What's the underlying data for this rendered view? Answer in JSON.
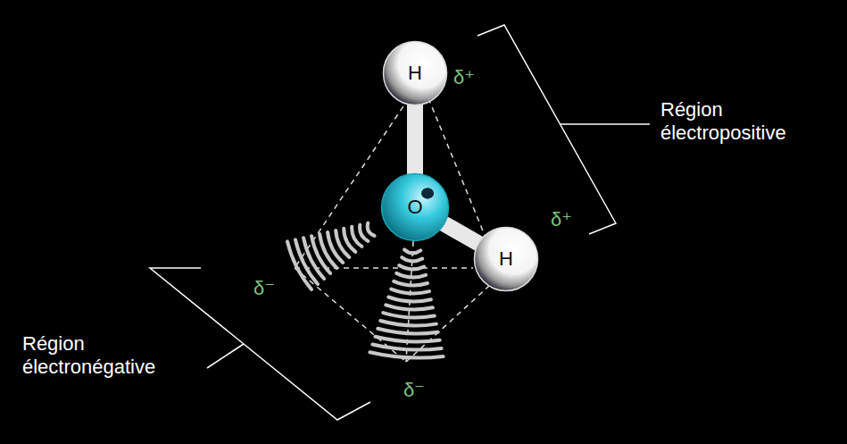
{
  "diagram": {
    "nodes": [
      {
        "text": [
          "H"
        ]
      },
      {
        "text": [
          "O"
        ]
      },
      {
        "text": [
          "H"
        ]
      }
    ],
    "edges": [
      {
        "from": 1,
        "to": 0,
        "arrow": "none"
      },
      {
        "from": 1,
        "to": 2,
        "arrow": "none"
      }
    ],
    "labels": [
      "δ⁺",
      "Région électropositive",
      "δ⁺",
      "δ⁻",
      "Région électronégative",
      "δ⁻"
    ]
  }
}
